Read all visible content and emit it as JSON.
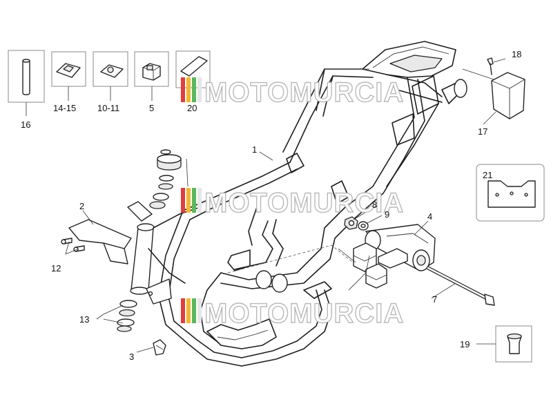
{
  "callouts": {
    "c1": "1",
    "c2": "2",
    "c3": "3",
    "c4": "4",
    "c5": "5",
    "c7": "7",
    "c8": "8",
    "c9": "9",
    "c10_11": "10-11",
    "c12": "12",
    "c13": "13",
    "c14_15": "14-15",
    "c16": "16",
    "c17": "17",
    "c18": "18",
    "c19": "19",
    "c20": "20",
    "c21": "21"
  },
  "watermark": {
    "text": "MOTOMURCIA",
    "stripe_colors": [
      "#e63c3c",
      "#f0b830",
      "#5bb85b",
      "#e6e6e6"
    ]
  }
}
